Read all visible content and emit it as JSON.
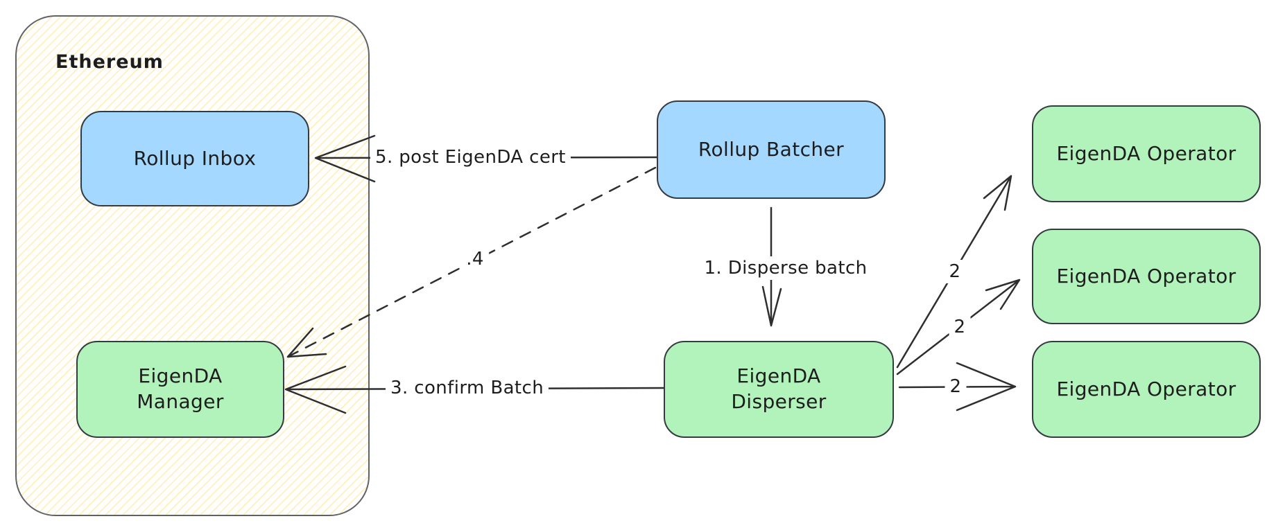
{
  "diagram": {
    "type": "architecture-flow",
    "container": {
      "label": "Ethereum"
    },
    "nodes": {
      "rollup_inbox": {
        "label": "Rollup Inbox",
        "fill": "#a5d8ff"
      },
      "rollup_batcher": {
        "label": "Rollup Batcher",
        "fill": "#a5d8ff"
      },
      "eigenda_manager": {
        "line1": "EigenDA",
        "line2": "Manager",
        "fill": "#b2f2bb"
      },
      "eigenda_disperser": {
        "line1": "EigenDA",
        "line2": "Disperser",
        "fill": "#b2f2bb"
      },
      "eigenda_operator_1": {
        "label": "EigenDA Operator",
        "fill": "#b2f2bb"
      },
      "eigenda_operator_2": {
        "label": "EigenDA Operator",
        "fill": "#b2f2bb"
      },
      "eigenda_operator_3": {
        "label": "EigenDA Operator",
        "fill": "#b2f2bb"
      }
    },
    "edges": {
      "disperse_batch": {
        "label": "1. Disperse batch",
        "style": "solid",
        "from": "rollup_batcher",
        "to": "eigenda_disperser"
      },
      "to_operator_1": {
        "label": "2",
        "style": "solid",
        "from": "eigenda_disperser",
        "to": "eigenda_operator_1"
      },
      "to_operator_2": {
        "label": "2",
        "style": "solid",
        "from": "eigenda_disperser",
        "to": "eigenda_operator_2"
      },
      "to_operator_3": {
        "label": "2",
        "style": "solid",
        "from": "eigenda_disperser",
        "to": "eigenda_operator_3"
      },
      "confirm_batch": {
        "label": "3. confirm Batch",
        "style": "solid",
        "from": "eigenda_disperser",
        "to": "eigenda_manager"
      },
      "step_4": {
        "label": ".4",
        "style": "dashed",
        "from": "rollup_batcher",
        "to": "eigenda_manager"
      },
      "post_cert": {
        "label": "5. post EigenDA cert",
        "style": "solid",
        "from": "rollup_batcher",
        "to": "rollup_inbox"
      }
    },
    "colors": {
      "node_blue": "#a5d8ff",
      "node_green": "#b2f2bb",
      "stroke": "#343a40",
      "hatch_yellow": "#ffd54d",
      "background": "#ffffff"
    }
  }
}
